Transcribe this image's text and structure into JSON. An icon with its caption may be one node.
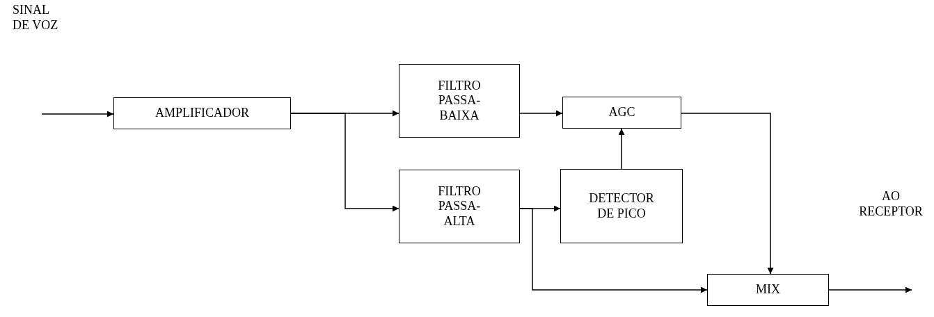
{
  "diagram": {
    "nodes": [
      {
        "text": [
          "AMPLIFICADOR"
        ]
      },
      {
        "text": [
          "FILTRO PASSA-BAIXA"
        ]
      },
      {
        "text": [
          "AGC"
        ]
      },
      {
        "text": [
          "FILTRO PASSA-ALTA"
        ]
      },
      {
        "text": [
          "DETECTOR DE PICO"
        ]
      },
      {
        "text": [
          "MIX"
        ]
      }
    ],
    "edges": [
      {
        "from": null,
        "to": 0,
        "arrow": "to"
      },
      {
        "from": 0,
        "to": 1,
        "arrow": "to"
      },
      {
        "from": 0,
        "to": 3,
        "arrow": "to"
      },
      {
        "from": 1,
        "to": 2,
        "arrow": "to"
      },
      {
        "from": 4,
        "to": 2,
        "arrow": "to"
      },
      {
        "from": 3,
        "to": 4,
        "arrow": "to"
      },
      {
        "from": 3,
        "to": 5,
        "arrow": "to"
      },
      {
        "from": 2,
        "to": 5,
        "arrow": "to"
      },
      {
        "from": 5,
        "to": null,
        "arrow": "to"
      }
    ],
    "labels": [
      "SINAL DE VOZ",
      "AO RECEPTOR"
    ]
  }
}
